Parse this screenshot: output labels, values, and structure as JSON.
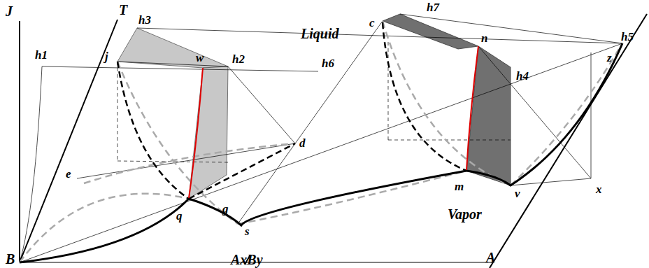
{
  "diagram": {
    "labels": [
      "J",
      "T",
      "h1",
      "h3",
      "j",
      "w",
      "h2",
      "h6",
      "d",
      "h7",
      "c",
      "n",
      "h4",
      "h5",
      "z",
      "Liquid",
      "Vapor",
      "e",
      "q",
      "g",
      "s",
      "m",
      "x",
      "v",
      "B",
      "AxBy",
      "A"
    ]
  }
}
